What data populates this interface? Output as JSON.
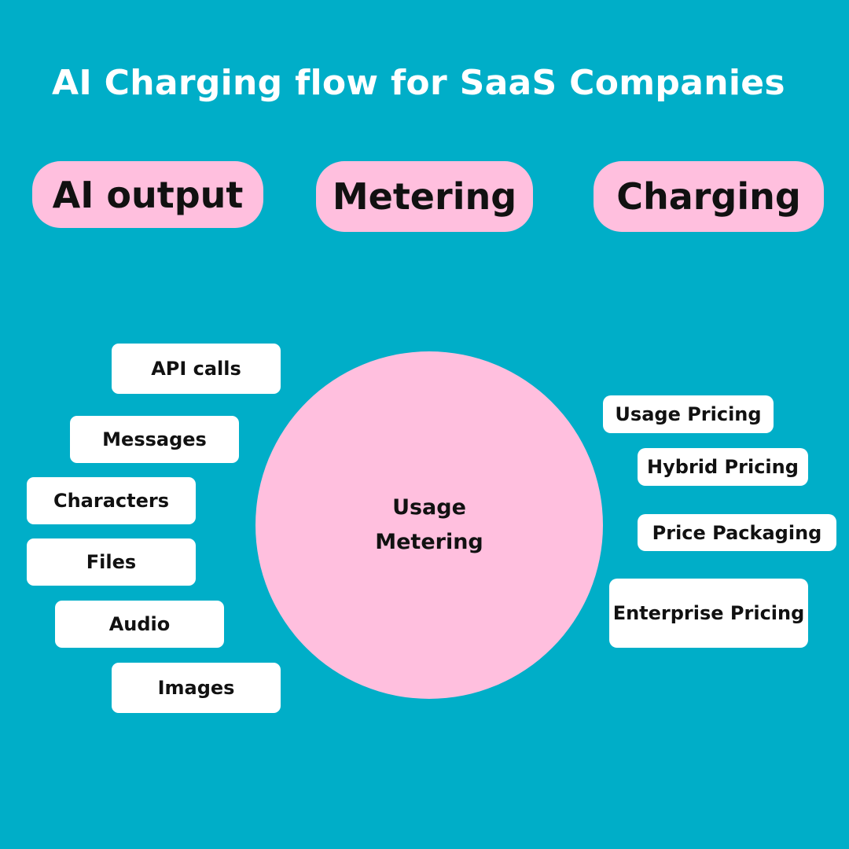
{
  "colors": {
    "background": "#00AEC8",
    "pill_fill": "#FFBFDE",
    "chip_fill": "#FFFFFF",
    "title_text": "#FFFFFF",
    "body_text": "#111111"
  },
  "title": "AI Charging flow for SaaS Companies",
  "stages": [
    "AI output",
    "Metering",
    "Charging"
  ],
  "center": {
    "label": "Usage Metering"
  },
  "inputs": [
    "API calls",
    "Messages",
    "Characters",
    "Files",
    "Audio",
    "Images"
  ],
  "outputs": [
    "Usage Pricing",
    "Hybrid Pricing",
    "Price Packaging",
    "Enterprise Pricing"
  ]
}
